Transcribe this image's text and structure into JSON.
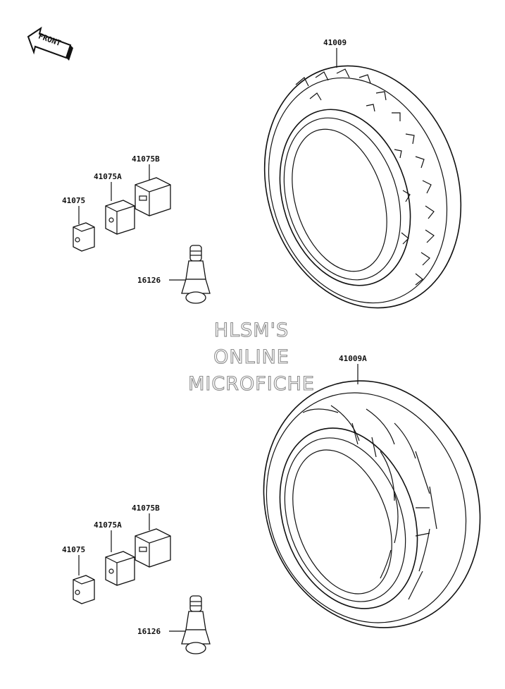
{
  "front_arrow": {
    "text": "FRONT"
  },
  "parts": {
    "tire_rear_top": "41009",
    "tire_front_bottom": "41009A",
    "weight_small_top": "41075",
    "weight_mid_top": "41075A",
    "weight_large_top": "41075B",
    "valve_top": "16126",
    "weight_small_bottom": "41075",
    "weight_mid_bottom": "41075A",
    "weight_large_bottom": "41075B",
    "valve_bottom": "16126"
  },
  "watermark": {
    "line1": "HLSM'S",
    "line2": "ONLINE",
    "line3": "MICROFICHE"
  },
  "colors": {
    "line": "#111111",
    "watermark_stroke": "#8c8c8c",
    "background": "#ffffff"
  }
}
